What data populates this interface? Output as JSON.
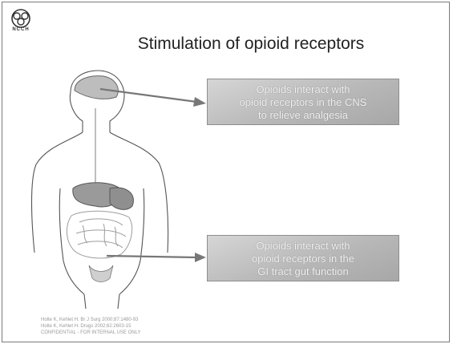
{
  "logo": {
    "caption": "NCCH"
  },
  "slide": {
    "title": "Stimulation of opioid receptors"
  },
  "boxes": {
    "cns": {
      "line1": "Opioids interact with",
      "line2": "opioid receptors in the CNS",
      "line3": "to relieve analgesia"
    },
    "git": {
      "line1": "Opioids interact with",
      "line2": "opioid receptors in the",
      "line3": "GI tract gut function"
    }
  },
  "references": {
    "line1": "Holte K, Kehlet H. Br J Surg 2000;87:1480-93",
    "line2": "Holte K, Kehlet H. Drugs 2002;62:2603-15",
    "line3": "CONFIDENTIAL - FOR INTERNAL USE ONLY"
  }
}
